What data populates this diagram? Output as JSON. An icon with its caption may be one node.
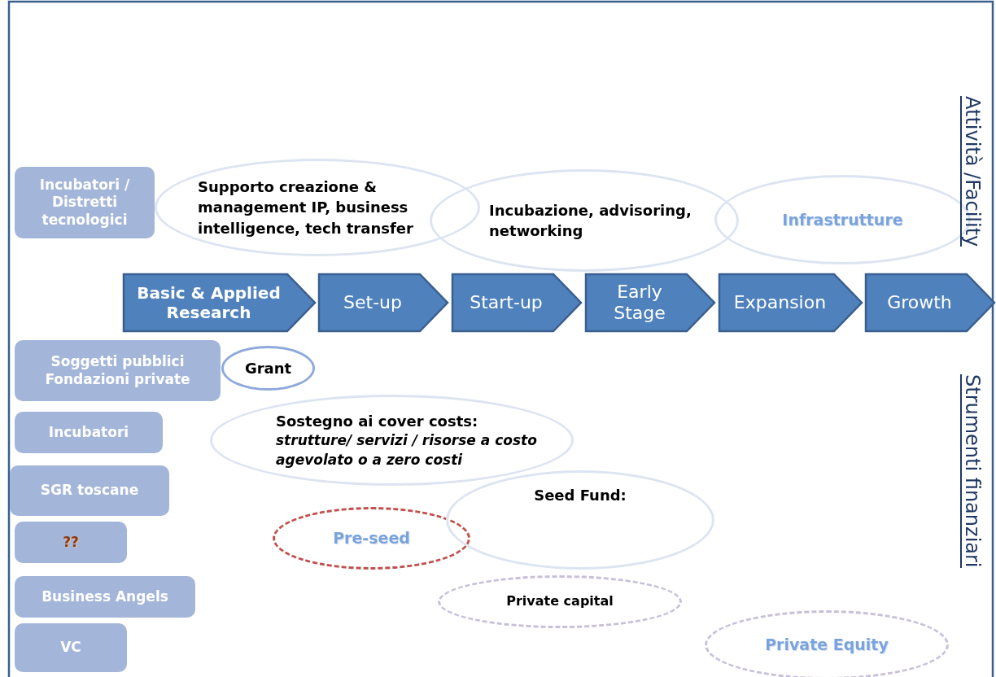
{
  "diagram": {
    "nodes": [
      {
        "text": [
          "Incubatori / Distretti tecnologici"
        ]
      },
      {
        "text": [
          "Supporto creazione & management IP, business intelligence, tech transfer"
        ]
      },
      {
        "text": [
          "Incubazione, advisoring, networking"
        ]
      },
      {
        "text": [
          "Infrastrutture"
        ]
      },
      {
        "text": [
          "Basic & Applied Research"
        ]
      },
      {
        "text": [
          "Set-up"
        ]
      },
      {
        "text": [
          "Start-up"
        ]
      },
      {
        "text": [
          "Early Stage"
        ]
      },
      {
        "text": [
          "Expansion"
        ]
      },
      {
        "text": [
          "Growth"
        ]
      },
      {
        "text": [
          "Soggetti pubblici Fondazioni private"
        ]
      },
      {
        "text": [
          "Grant"
        ]
      },
      {
        "text": [
          "Incubatori"
        ]
      },
      {
        "text": [
          "**Sostegno ai cover costs**:",
          "strutture/ servizi / risorse a costo agevolato o a zero costi"
        ]
      },
      {
        "text": [
          "SGR toscane"
        ]
      },
      {
        "text": [
          "??"
        ]
      },
      {
        "text": [
          "Pre-seed"
        ]
      },
      {
        "text": [
          "Seed Fund:"
        ]
      },
      {
        "text": [
          "Business Angels"
        ]
      },
      {
        "text": [
          "Private capital"
        ]
      },
      {
        "text": [
          "VC"
        ]
      },
      {
        "text": [
          "Private Equity"
        ]
      }
    ],
    "labels": [
      "Attività /Facility",
      "Strumenti finanziari"
    ]
  }
}
